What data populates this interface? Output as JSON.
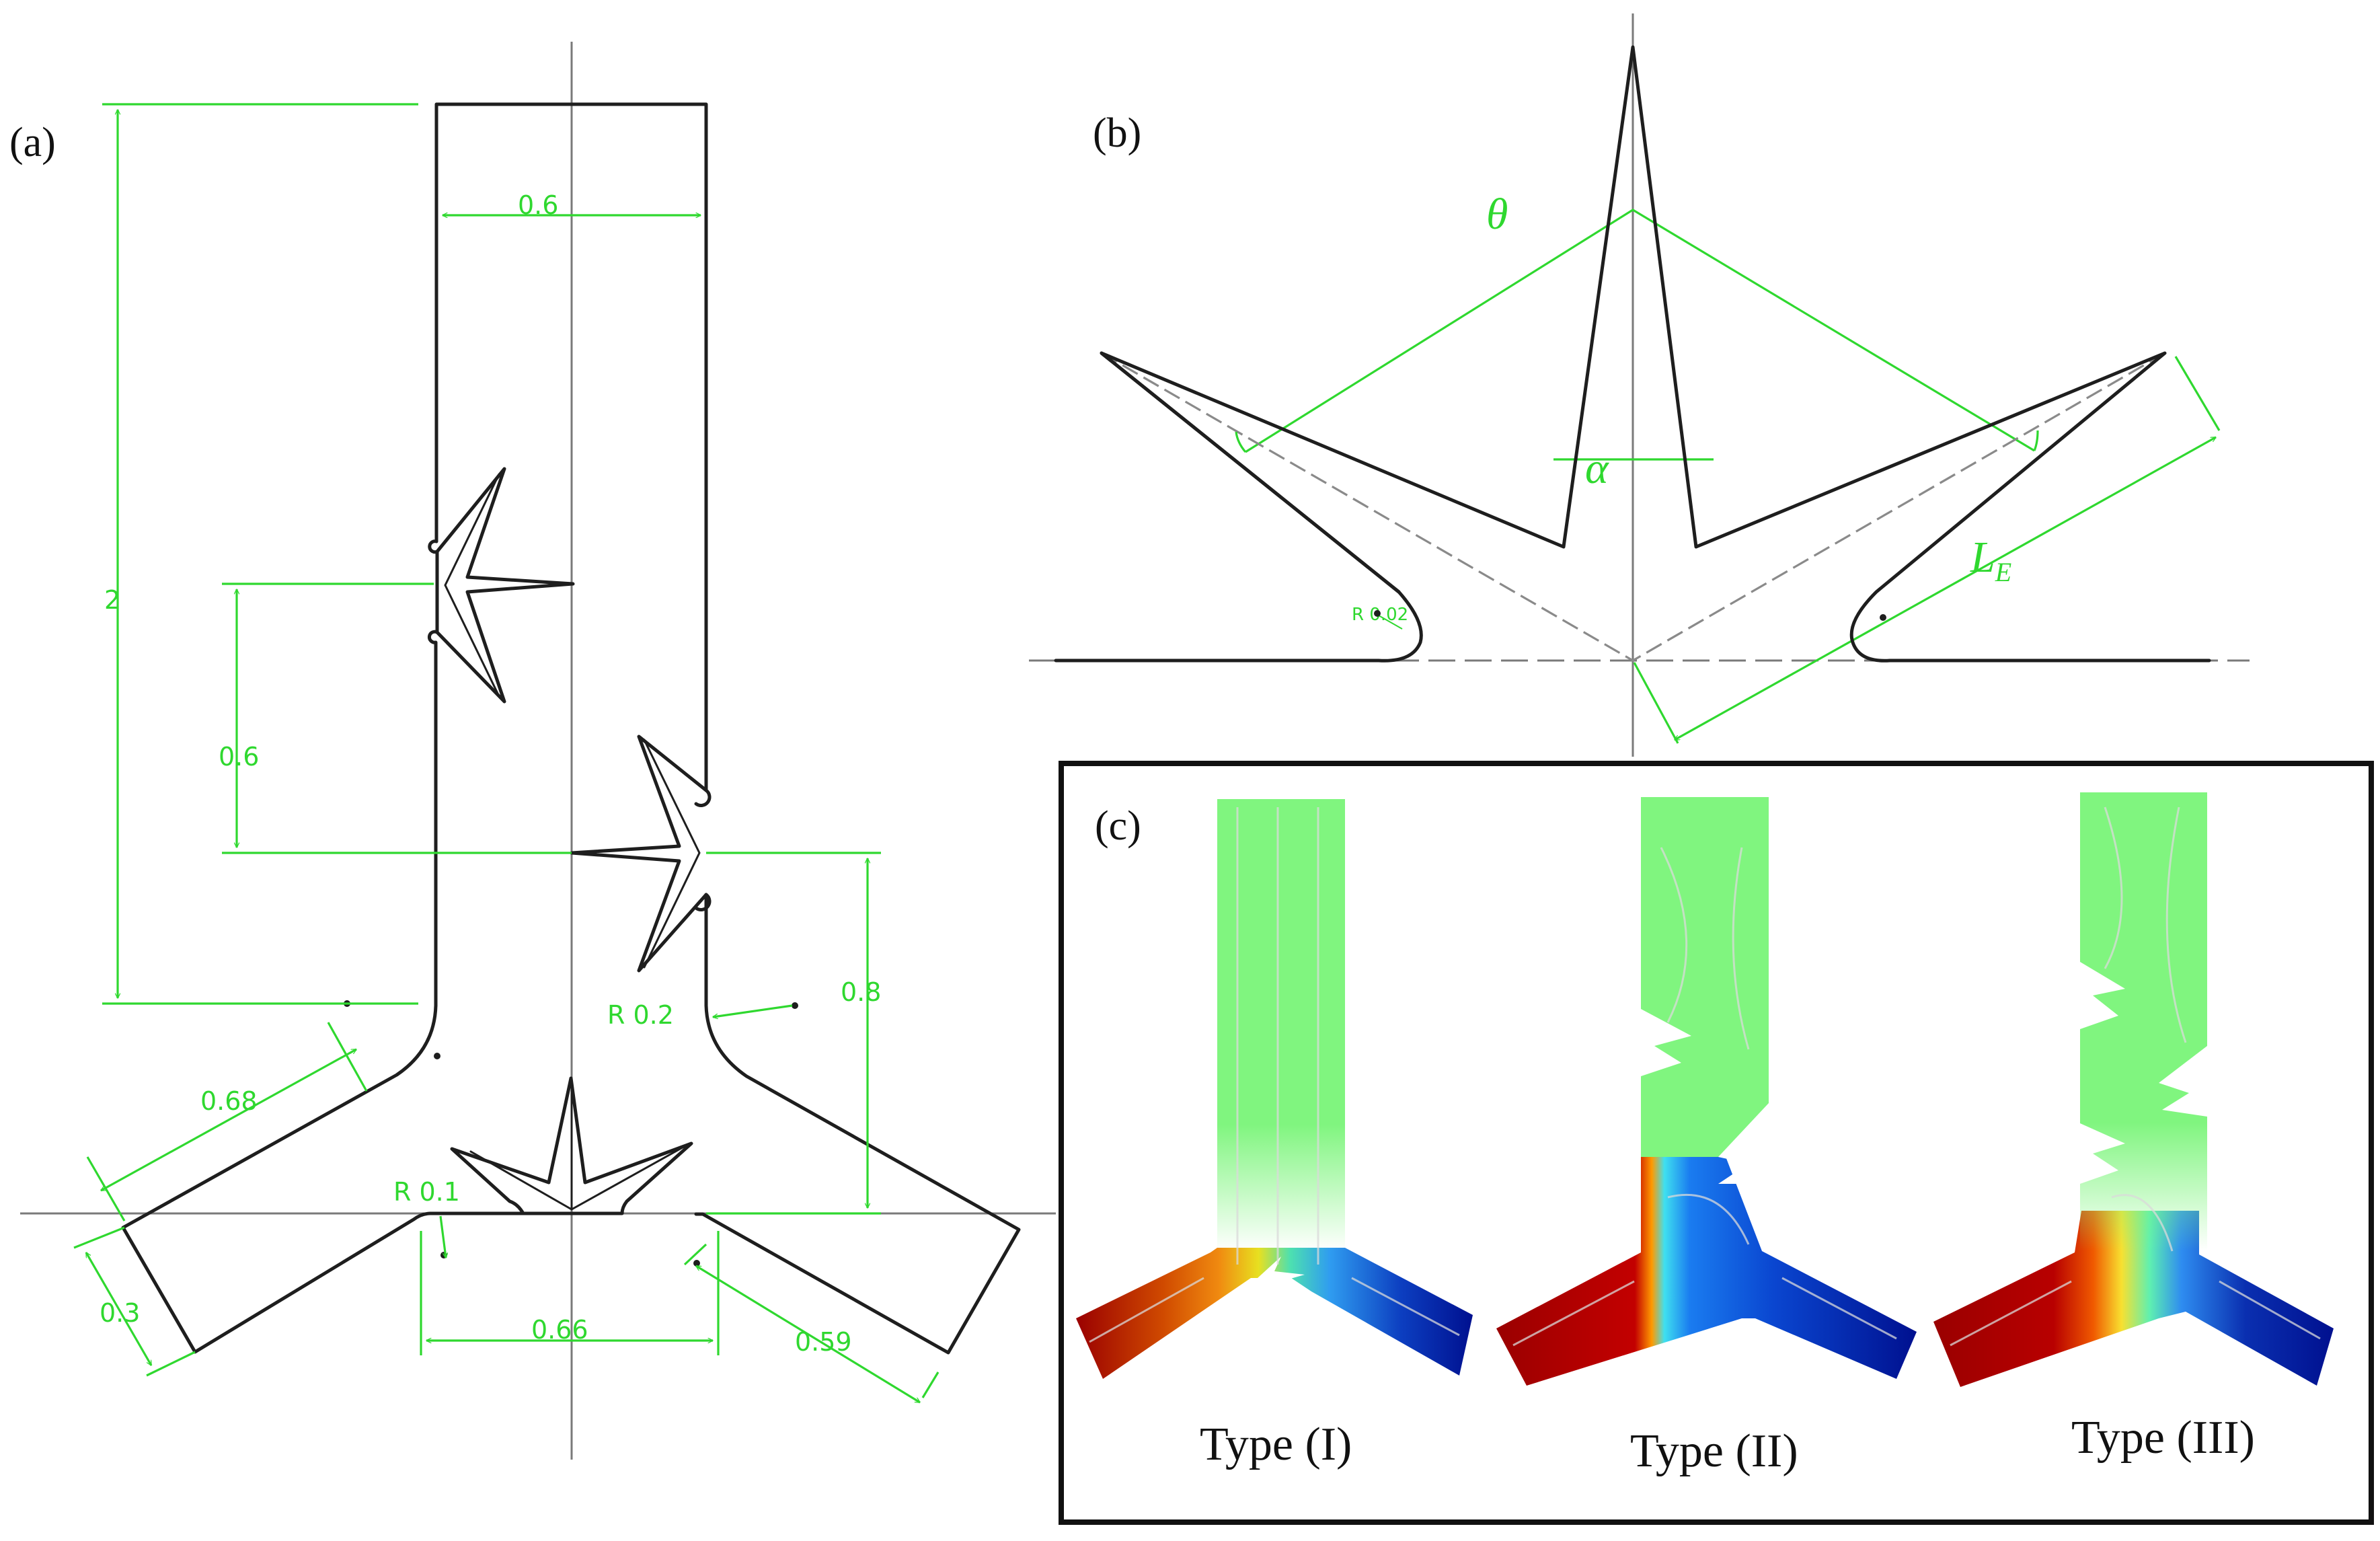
{
  "panels": {
    "a": {
      "label": "(a)",
      "dims": {
        "height_total": "2",
        "width_main": "0.6",
        "spacing": "0.6",
        "offset": "0.8",
        "radius_corner": "R 0.2",
        "branch_length": "0.68",
        "branch_width": "0.3",
        "radius_small": "R 0.1",
        "gap_width": "0.66",
        "branch_right": "0.59"
      }
    },
    "b": {
      "label": "(b)",
      "theta": "θ",
      "alpha": "α",
      "le_main": "L",
      "le_sub": "E",
      "radius": "R 0.02"
    },
    "c": {
      "label": "(c)",
      "types": [
        "Type (I)",
        "Type (II)",
        "Type (III)"
      ]
    }
  },
  "colors": {
    "geometry": "#1e1e1e",
    "dimension": "#2fd82f",
    "field_mid": "#80f57f",
    "field_hot": "#9a0000",
    "field_cold": "#00108f"
  }
}
